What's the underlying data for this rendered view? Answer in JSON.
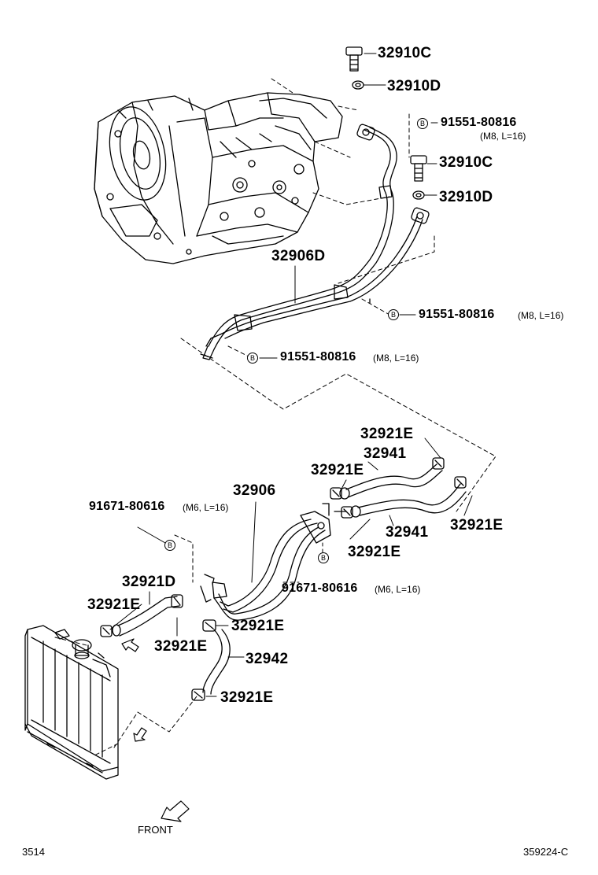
{
  "labels": {
    "p_32910C_a": "32910C",
    "p_32910D_a": "32910D",
    "p_91551_a": "91551-80816",
    "p_91551_a_spec": "(M8, L=16)",
    "p_32910C_b": "32910C",
    "p_32910D_b": "32910D",
    "p_32906D": "32906D",
    "p_91551_b": "91551-80816",
    "p_91551_b_spec": "(M8, L=16)",
    "p_91551_c": "91551-80816",
    "p_91551_c_spec": "(M8, L=16)",
    "p_32921E_1": "32921E",
    "p_32941_1": "32941",
    "p_32921E_2": "32921E",
    "p_32906": "32906",
    "p_91671_a": "91671-80616",
    "p_91671_a_spec": "(M6, L=16)",
    "p_32921E_3": "32921E",
    "p_32941_2": "32941",
    "p_32921E_4": "32921E",
    "p_91671_b": "91671-80616",
    "p_91671_b_spec": "(M6, L=16)",
    "p_32921D": "32921D",
    "p_32921E_5": "32921E",
    "p_32921E_6": "32921E",
    "p_32921E_7": "32921E",
    "p_32942": "32942",
    "p_32921E_8": "32921E",
    "front": "FRONT",
    "page_left": "3514",
    "page_right": "359224-C"
  },
  "bolt_marker": "B"
}
